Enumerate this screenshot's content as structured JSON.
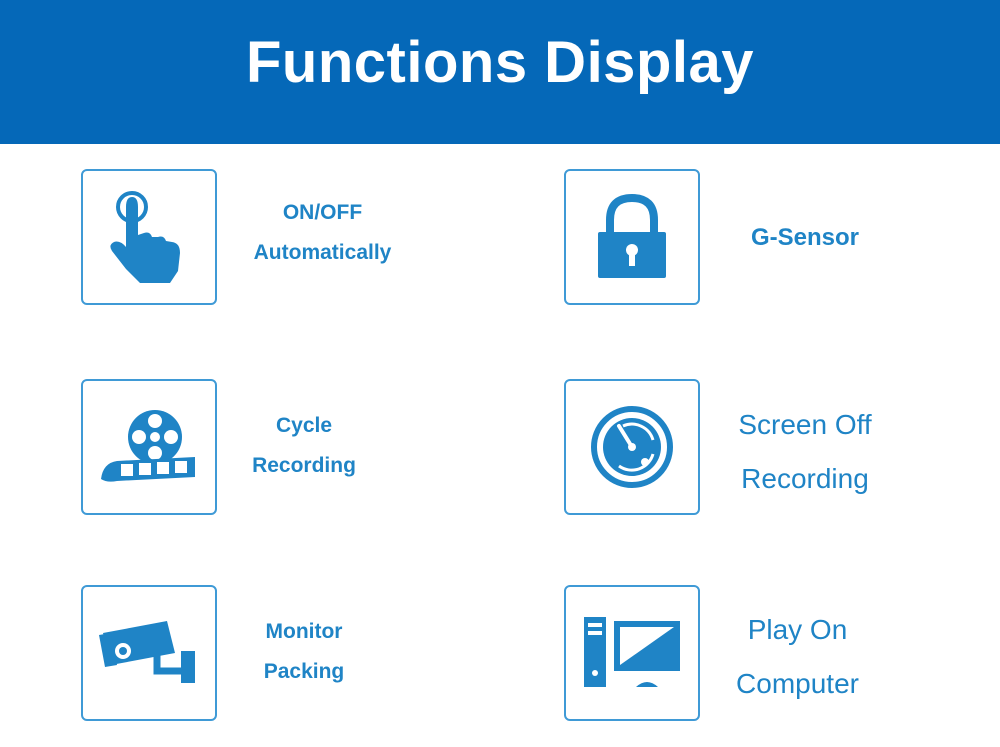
{
  "header": {
    "title": "Functions Display"
  },
  "features": [
    {
      "lines": [
        "ON/OFF",
        "Automatically"
      ],
      "icon": "touch-hand-icon"
    },
    {
      "lines": [
        "G-Sensor"
      ],
      "icon": "padlock-icon"
    },
    {
      "lines": [
        "Cycle",
        "Recording"
      ],
      "icon": "film-reel-icon"
    },
    {
      "lines": [
        "Screen Off",
        "Recording"
      ],
      "icon": "radar-dial-icon"
    },
    {
      "lines": [
        "Monitor",
        "Packing"
      ],
      "icon": "security-camera-icon"
    },
    {
      "lines": [
        "Play On",
        "Computer"
      ],
      "icon": "desktop-computer-icon"
    }
  ],
  "colors": {
    "banner": "#0568b8",
    "accent": "#1f84c6",
    "border": "#3f9ad6"
  }
}
